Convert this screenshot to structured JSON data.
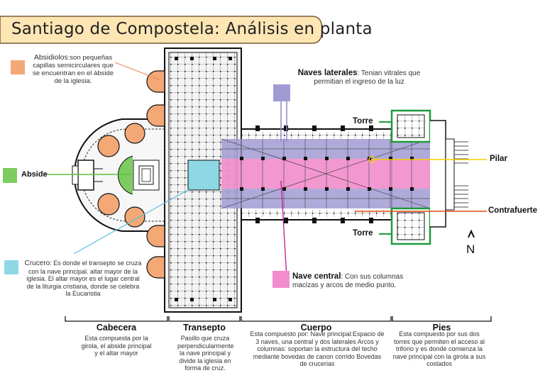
{
  "title": "Santiago de Compostela: Análisis en planta",
  "colors": {
    "absidiolos": "#f3a876",
    "abside": "#7dcc5f",
    "crucero": "#8ed8e6",
    "naves_laterales": "#a19bd3",
    "nave_central": "#f28ccc",
    "torre": "#1f9a3a",
    "pilar_line": "#f0d000",
    "contrafuerte_line": "#e04a10",
    "nave_line": "#c4149a",
    "crucero_line": "#5cc0e0",
    "banner": "#fde6b4"
  },
  "notes": {
    "absidiolos": {
      "title": "Absidiolos",
      "text": ":son pequeñas capillas semicirculares que se encuentran en el ábside de la iglesia."
    },
    "abside": "Abside",
    "naves_laterales": {
      "title": "Naves laterales",
      "text": ": Tenian vitrales que permitian el ingreso de la luz"
    },
    "torre_top": "Torre",
    "torre_bottom": "Torre",
    "pilar": "Pilar",
    "contrafuerte": "Contrafuerte",
    "north": "N",
    "crucero": {
      "title": "Crucero",
      "text": ": Es donde el transepto se cruza con la nave principal. altar mayor de la iglesia. El altar mayor es el lugar central de la liturgia cristiana, donde se celebra la Eucaristia"
    },
    "nave_central": {
      "title": "Nave central",
      "text": ": Con sus columnas macizas y arcos de medio punto."
    }
  },
  "sections": [
    {
      "name": "Cabecera",
      "desc": "Esta compuesta por la girola, el abside principal y el altar mayor"
    },
    {
      "name": "Transepto",
      "desc": "Pasillo que cruza perpendicularmente la nave principal y divide la iglesia en forma de cruz."
    },
    {
      "name": "Cuerpo",
      "desc": "Esta compuesto por: Nave principal:Espacio de 3 naves, una central y dos laterales Arcos y columnas: soportan la estructura del techo mediante bovedas de canon corrido Bovedas de crucerias"
    },
    {
      "name": "Pies",
      "desc": "Esta compuesto por sus dos torres que permiten el acceso al triforio y es donde comienza la nave principal con la girola a sus costados"
    }
  ]
}
